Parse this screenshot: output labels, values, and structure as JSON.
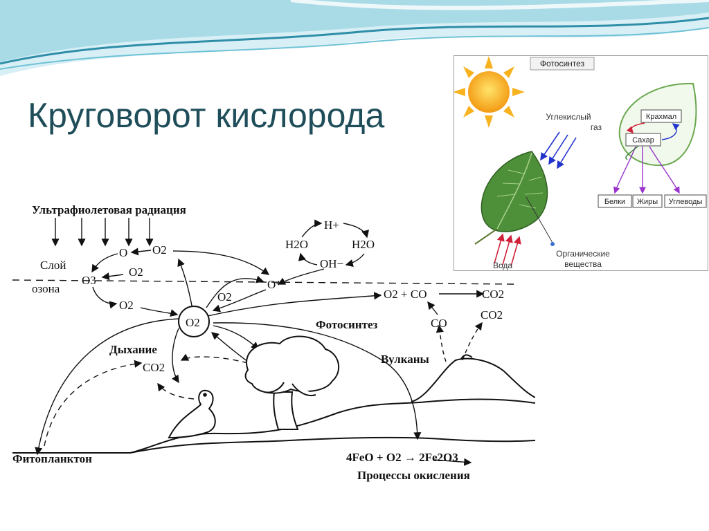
{
  "slide": {
    "title": "Круговорот кислорода"
  },
  "cycle_diagram": {
    "uv_label": "Ультрафиолетовая радиация",
    "ozone_label_1": "Слой",
    "ozone_label_2": "озона",
    "o3": "O3",
    "o": "O",
    "o2": "O2",
    "o_radical": "O*",
    "h_plus": "H+",
    "h2o": "H2O",
    "oh_minus": "OH−",
    "co": "CO",
    "co2": "CO2",
    "o2_plus_co": "O2 + CO",
    "photosynthesis_label": "Фотосинтез",
    "respiration_label": "Дыхание",
    "volcanoes_label": "Вулканы",
    "phytoplankton_label": "Фитопланктон",
    "oxidation_equation": "4FeO + O2 → 2Fe2O3",
    "oxidation_label": "Процессы окисления"
  },
  "photosynthesis_inset": {
    "header": "Фотосинтез",
    "co2_label_1": "Углекислый",
    "co2_label_2": "газ",
    "water_label": "Вода",
    "organic_label_1": "Органические",
    "organic_label_2": "вещества",
    "starch": "Крахмал",
    "sugar": "Сахар",
    "proteins": "Белки",
    "fats": "Жиры",
    "carbohydrates": "Углеводы"
  },
  "colors": {
    "title": "#1f4e5a",
    "wave_light": "#bfe3ec",
    "wave_dark": "#2e8ea8",
    "leaf_green": "#4e8f3a",
    "arrow_blue": "#2233cc",
    "arrow_red": "#d0213a",
    "arrow_purple": "#9933cc"
  }
}
